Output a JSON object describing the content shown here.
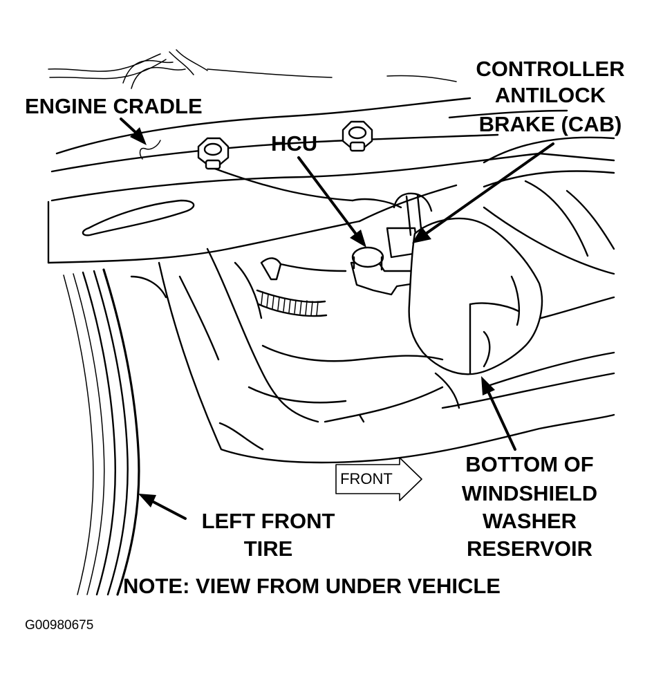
{
  "labels": {
    "engine_cradle": "ENGINE CRADLE",
    "controller_line1": "CONTROLLER",
    "controller_line2": "ANTILOCK",
    "controller_line3": "BRAKE (CAB)",
    "hcu": "HCU",
    "front": "FRONT",
    "bottom_line1": "BOTTOM OF",
    "bottom_line2": "WINDSHIELD",
    "bottom_line3": "WASHER",
    "bottom_line4": "RESERVOIR",
    "tire_line1": "LEFT FRONT",
    "tire_line2": "TIRE",
    "note": "NOTE: VIEW FROM UNDER VEHICLE",
    "figure_code": "G00980675"
  }
}
